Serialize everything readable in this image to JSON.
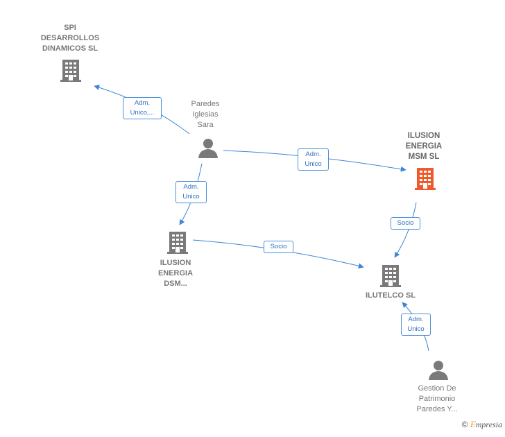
{
  "colors": {
    "edge": "#3d85d6",
    "company": "#7a7a7a",
    "company_highlight": "#f05a2a",
    "person": "#7a7a7a"
  },
  "nodes": {
    "spi": {
      "label": "SPI\nDESARROLLOS\nDINAMICOS  SL",
      "icon": "building-icon"
    },
    "paredes": {
      "label": "Paredes\nIglesias\nSara",
      "icon": "person-icon"
    },
    "ilusion_msm": {
      "label": "ILUSION\nENERGIA\nMSM  SL",
      "icon": "building-icon"
    },
    "ilusion_dsm": {
      "label": "ILUSION\nENERGIA\nDSM...",
      "icon": "building-icon"
    },
    "ilutelco": {
      "label": "ILUTELCO  SL",
      "icon": "building-icon"
    },
    "gestion": {
      "label": "Gestion De\nPatrimonio\nParedes Y...",
      "icon": "person-icon"
    }
  },
  "edges": {
    "paredes_spi": "Adm.\nUnico,...",
    "paredes_msm": "Adm.\nUnico",
    "paredes_dsm": "Adm.\nUnico",
    "dsm_ilutelco": "Socio",
    "msm_ilutelco": "Socio",
    "gestion_ilutelco": "Adm.\nUnico"
  },
  "footer": {
    "copyright": "©",
    "brand_first": "E",
    "brand_rest": "mpresia"
  }
}
